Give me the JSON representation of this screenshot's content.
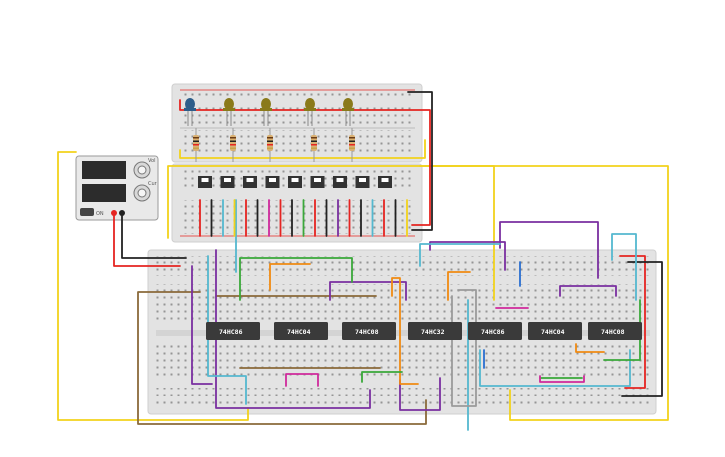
{
  "chips": [
    {
      "id": "ic1",
      "label": "74HC86"
    },
    {
      "id": "ic2",
      "label": "74HC04"
    },
    {
      "id": "ic3",
      "label": "74HC08"
    },
    {
      "id": "ic4",
      "label": "74HC32"
    },
    {
      "id": "ic5",
      "label": "74HC86"
    },
    {
      "id": "ic6",
      "label": "74HC04"
    },
    {
      "id": "ic7",
      "label": "74HC08"
    }
  ],
  "power_supply": {
    "knob_labels": [
      "Vol",
      "Cur"
    ],
    "button_label": "ON",
    "display_values": [
      "",
      ""
    ]
  },
  "leds": {
    "count": 5,
    "colors": [
      "#2d5d8a",
      "#8a7a1a",
      "#8a7a1a",
      "#8a7a1a",
      "#8a7a1a"
    ]
  },
  "wire_colors": {
    "yellow": "#f2d21c",
    "red": "#e52421",
    "black": "#222222",
    "purple": "#7a2fa0",
    "cyan": "#54b8cf",
    "orange": "#f08a12",
    "green": "#3aa83a",
    "magenta": "#cf2a9c",
    "brown": "#8a6a3a",
    "gray": "#9a9a9a",
    "blue": "#2a6fd0"
  }
}
